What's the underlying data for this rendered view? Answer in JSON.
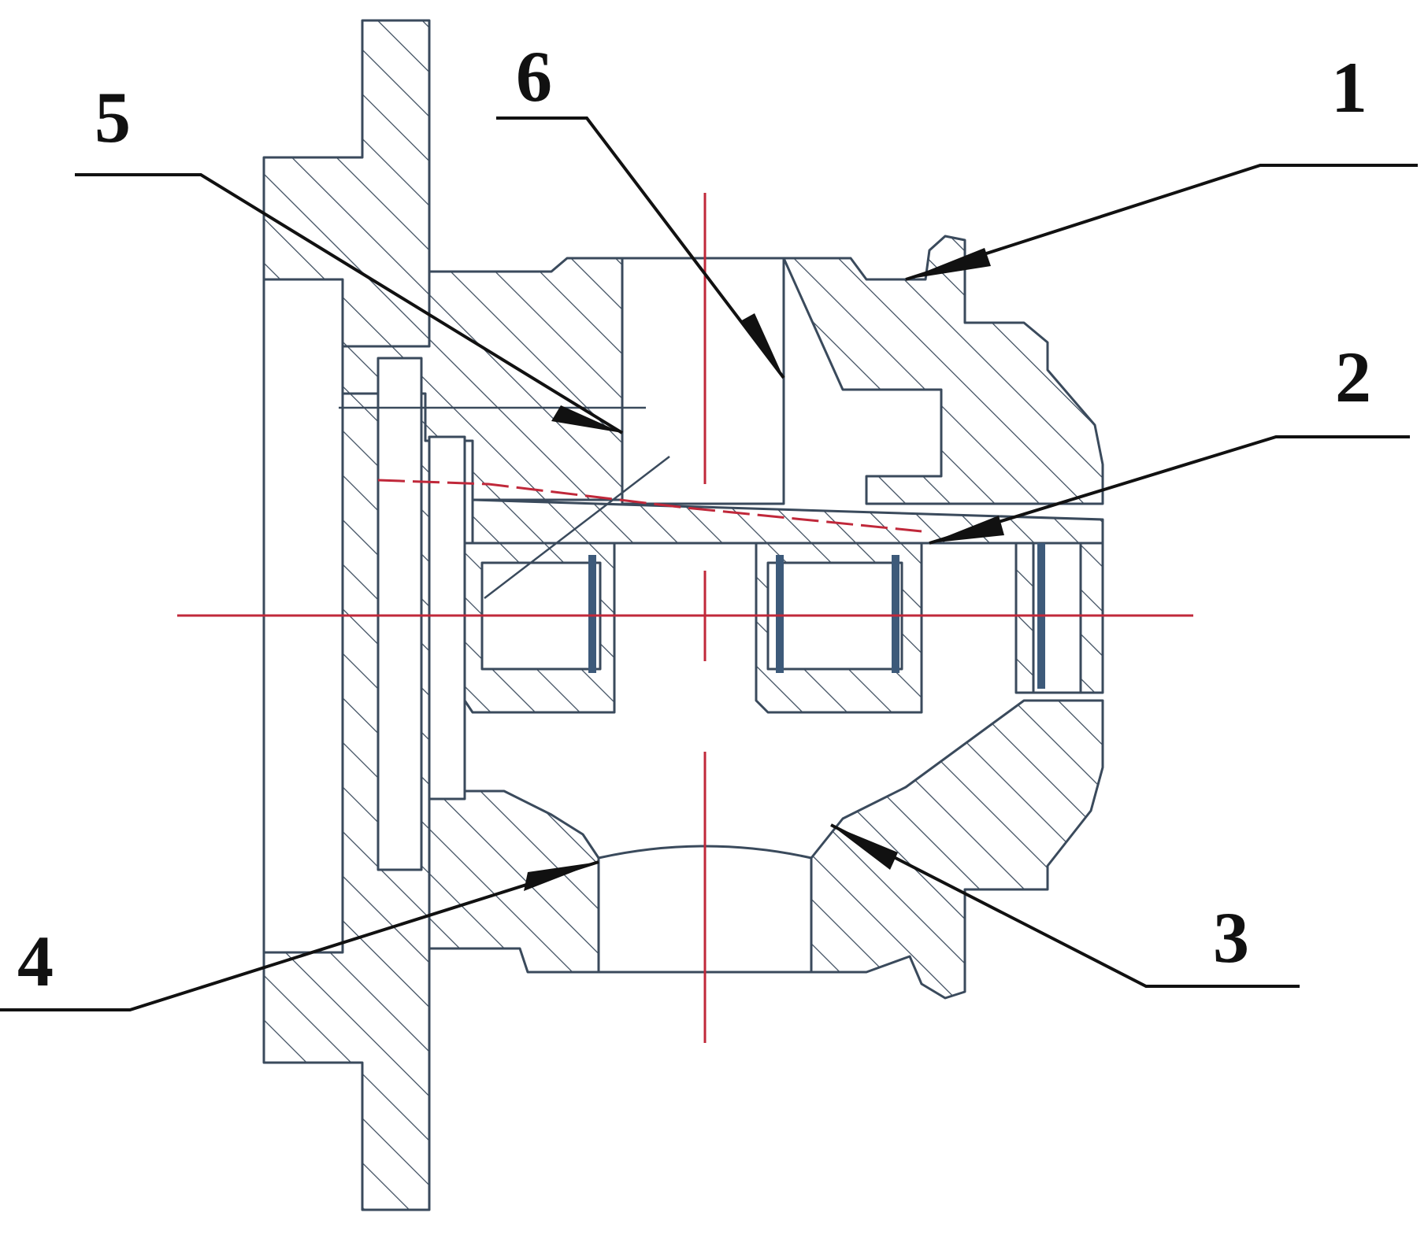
{
  "callouts": [
    {
      "id": "1",
      "label": "1"
    },
    {
      "id": "2",
      "label": "2"
    },
    {
      "id": "3",
      "label": "3"
    },
    {
      "id": "4",
      "label": "4"
    },
    {
      "id": "5",
      "label": "5"
    },
    {
      "id": "6",
      "label": "6"
    }
  ],
  "colors": {
    "outline": "#3a4a5c",
    "centerline": "#c0283a",
    "roller": "#3d5a7a",
    "leader": "#111111"
  }
}
